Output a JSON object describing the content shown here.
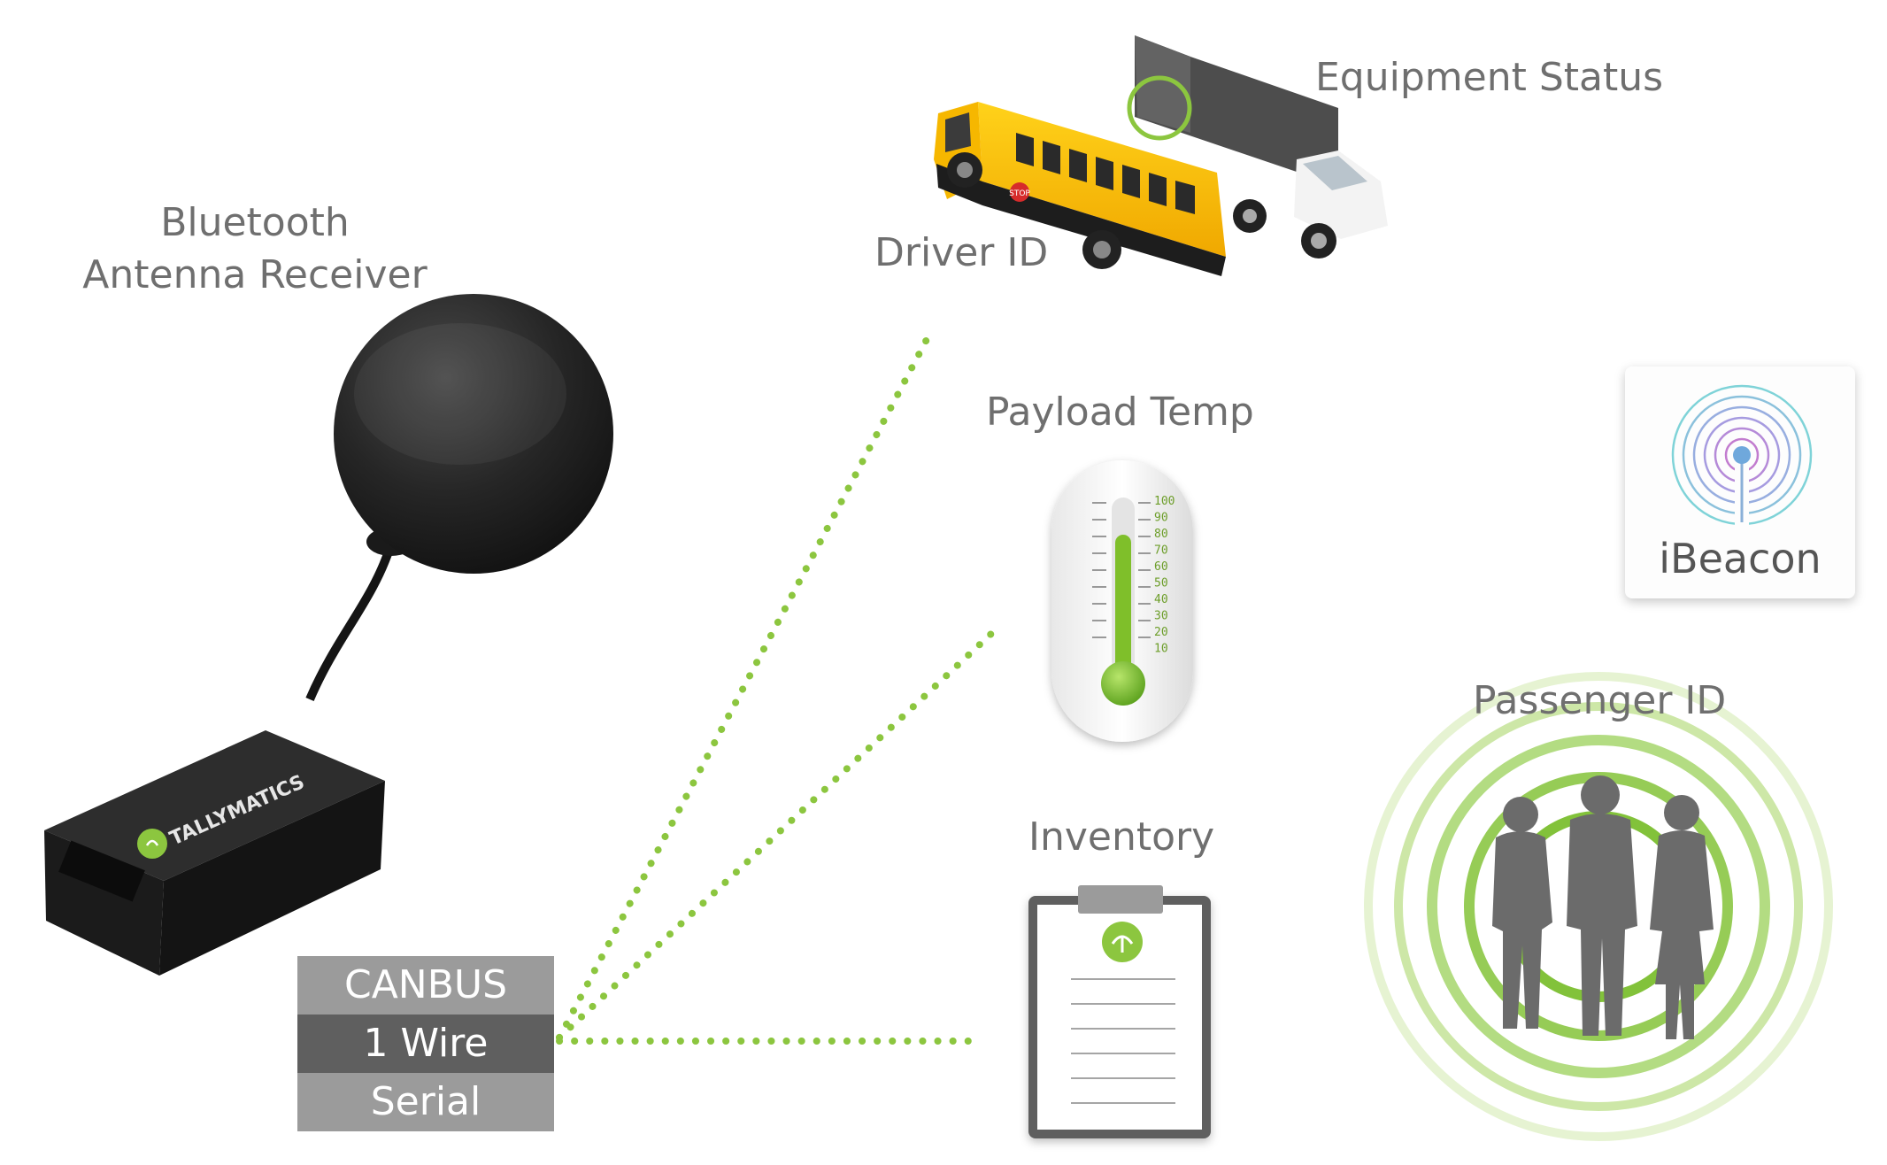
{
  "labels": {
    "antenna": "Bluetooth Antenna Receiver",
    "equipment_status": "Equipment Status",
    "driver_id": "Driver ID",
    "payload_temp": "Payload Temp",
    "inventory": "Inventory",
    "passenger_id": "Passenger ID"
  },
  "ports": [
    "CANBUS",
    "1 Wire",
    "Serial"
  ],
  "ibeacon": "iBeacon",
  "device_brand": "TALLYMATICS",
  "stop_sign": "STOP",
  "thermometer_scale": [
    "100",
    "90",
    "80",
    "70",
    "60",
    "50",
    "40",
    "30",
    "20",
    "10"
  ],
  "colors": {
    "accent_green": "#8cc63f",
    "label_gray": "#6f6f6f",
    "box_light": "#9b9b9b",
    "box_dark": "#5f5f5f"
  },
  "icons": [
    "antenna-icon",
    "telematics-device-icon",
    "school-bus-icon",
    "truck-icon",
    "thermometer-icon",
    "clipboard-icon",
    "ibeacon-icon",
    "people-icon"
  ]
}
